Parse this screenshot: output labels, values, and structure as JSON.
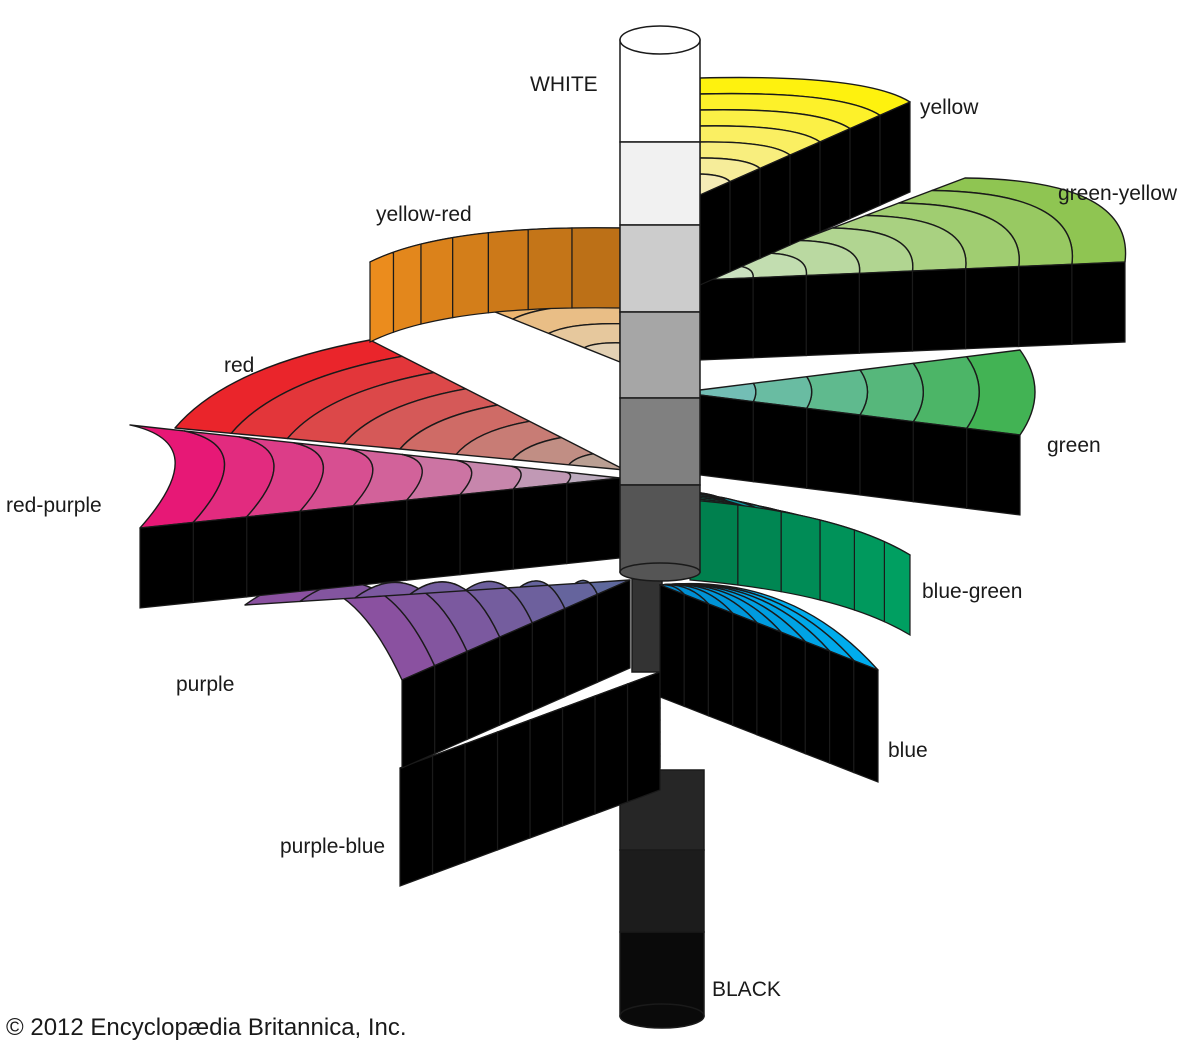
{
  "diagram": {
    "axis_labels": {
      "top": "WHITE",
      "bottom": "BLACK"
    },
    "value_scale_colors": [
      "#ffffff",
      "#f1f1f1",
      "#cccccc",
      "#a6a6a6",
      "#808080",
      "#555555",
      "#333333",
      "#262626",
      "#1c1c1c",
      "#0a0a0a"
    ],
    "hues": [
      {
        "key": "yellow",
        "label": "yellow",
        "color": "#fff200",
        "inner": "#f4ecc4"
      },
      {
        "key": "green-yellow",
        "label": "green-yellow",
        "color": "#8bc34a",
        "inner": "#cfe3c8"
      },
      {
        "key": "green",
        "label": "green",
        "color": "#3db24a",
        "inner": "#78bfbf"
      },
      {
        "key": "blue-green",
        "label": "blue-green",
        "color": "#00a766",
        "inner": "#0f8fb0"
      },
      {
        "key": "blue",
        "label": "blue",
        "color": "#00aeef",
        "inner": "#0088cc"
      },
      {
        "key": "purple-blue",
        "label": "purple-blue",
        "color": "#2d63aa",
        "inner": "#0b1f6e"
      },
      {
        "key": "purple",
        "label": "purple",
        "color": "#8e4fa0",
        "inner": "#5a6a9c"
      },
      {
        "key": "red-purple",
        "label": "red-purple",
        "color": "#ea0f72",
        "inner": "#b9b4c2"
      },
      {
        "key": "red",
        "label": "red",
        "color": "#ed1c24",
        "inner": "#b7a89a"
      },
      {
        "key": "yellow-red",
        "label": "yellow-red",
        "color": "#f7931e",
        "inner": "#e1d6bf"
      }
    ]
  },
  "copyright": "© 2012 Encyclopædia Britannica, Inc."
}
